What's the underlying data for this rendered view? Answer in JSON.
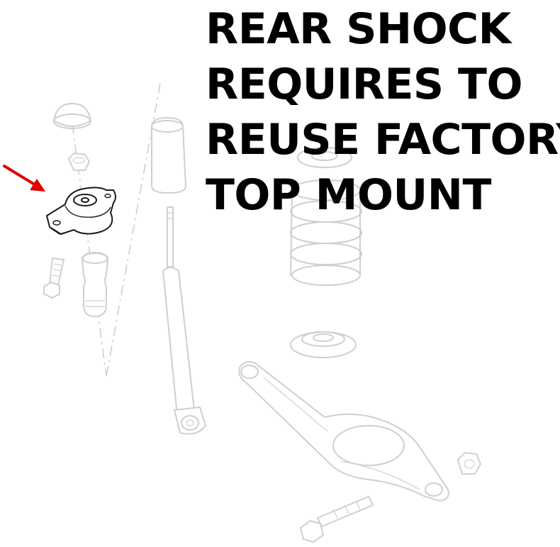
{
  "notice": {
    "lines": [
      "REAR SHOCK",
      "REQUIRES TO",
      "REUSE FACTORY",
      "TOP MOUNT"
    ]
  },
  "colors": {
    "text": "#000000",
    "ghost_parts": "#cfcfcf",
    "highlight_part": "#1a1a1a",
    "arrow": "#e00000"
  },
  "icons": {
    "pointer": "red-arrow-icon"
  }
}
